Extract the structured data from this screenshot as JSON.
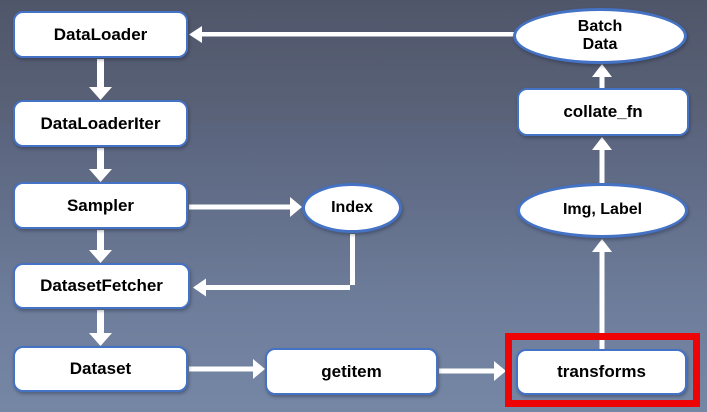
{
  "diagram": {
    "nodes": {
      "dataloader": {
        "label": "DataLoader"
      },
      "dataloaderiter": {
        "label": "DataLoaderIter"
      },
      "sampler": {
        "label": "Sampler"
      },
      "datasetfetcher": {
        "label": "DatasetFetcher"
      },
      "dataset": {
        "label": "Dataset"
      },
      "getitem": {
        "label": "getitem"
      },
      "transforms": {
        "label": "transforms",
        "highlighted": true
      },
      "collate_fn": {
        "label": "collate_fn"
      },
      "index": {
        "label": "Index"
      },
      "img_label": {
        "label": "Img, Label"
      },
      "batch_data": {
        "line1": "Batch",
        "line2": "Data"
      }
    },
    "edges": [
      {
        "from": "DataLoader",
        "to": "DataLoaderIter"
      },
      {
        "from": "DataLoaderIter",
        "to": "Sampler"
      },
      {
        "from": "Sampler",
        "to": "Index"
      },
      {
        "from": "Index",
        "to": "DatasetFetcher"
      },
      {
        "from": "Sampler",
        "to": "DatasetFetcher"
      },
      {
        "from": "DatasetFetcher",
        "to": "Dataset"
      },
      {
        "from": "Dataset",
        "to": "getitem"
      },
      {
        "from": "getitem",
        "to": "transforms"
      },
      {
        "from": "transforms",
        "to": "Img, Label"
      },
      {
        "from": "Img, Label",
        "to": "collate_fn"
      },
      {
        "from": "collate_fn",
        "to": "Batch Data"
      },
      {
        "from": "Batch Data",
        "to": "DataLoader"
      }
    ],
    "colors": {
      "node_border": "#4472c4",
      "node_fill": "#ffffff",
      "arrow": "#ffffff",
      "highlight_border": "#ee0404",
      "background_top": "#50566a",
      "background_bottom": "#7687a6",
      "text": "#000000"
    }
  }
}
